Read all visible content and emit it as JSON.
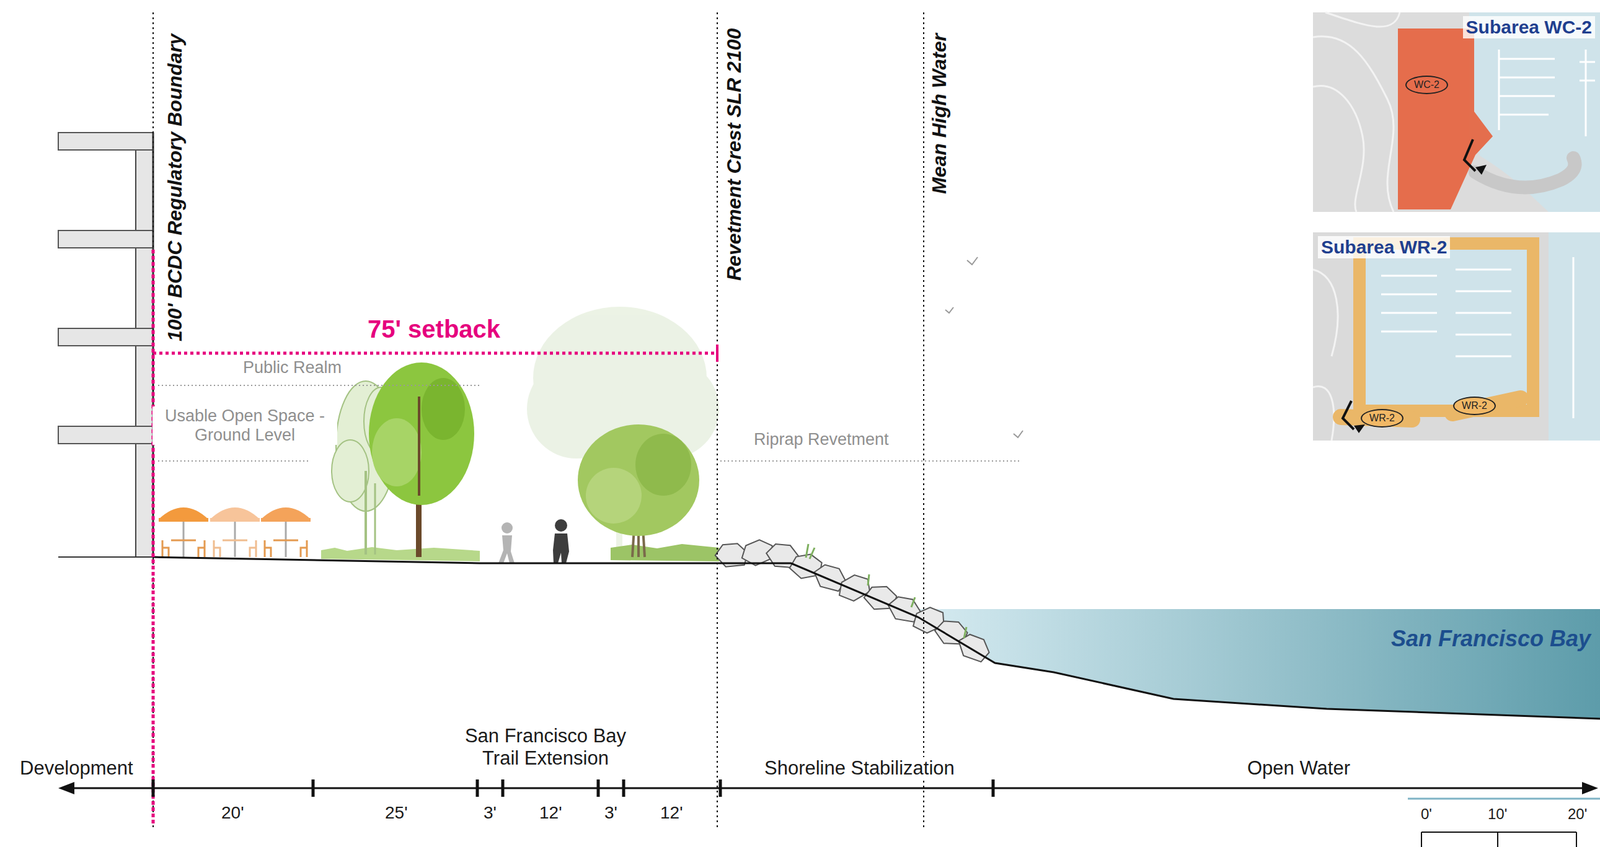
{
  "diagram": {
    "nodes": [
      {
        "text": [
          "Subarea WC-2"
        ]
      },
      {
        "text": [
          "WC-2"
        ],
        "in": 0
      },
      {
        "text": [
          "Subarea WR-2"
        ]
      },
      {
        "text": [
          "WR-2"
        ],
        "in": 2
      },
      {
        "text": [
          "WR-2"
        ],
        "in": 2
      }
    ],
    "labels": [
      "100' BCDC Regulatory Boundary",
      "Revetment Crest SLR 2100",
      "Mean High Water",
      "75' setback",
      "Public Realm",
      "Usable Open Space - Ground Level",
      "Riprap Revetment",
      "San Francisco Bay",
      "Development",
      "San Francisco Bay Trail Extension",
      "Shoreline Stabilization",
      "Open Water",
      "20'",
      "25'",
      "3'",
      "12'",
      "3'",
      "12'",
      "0'",
      "10'",
      "20'"
    ]
  }
}
